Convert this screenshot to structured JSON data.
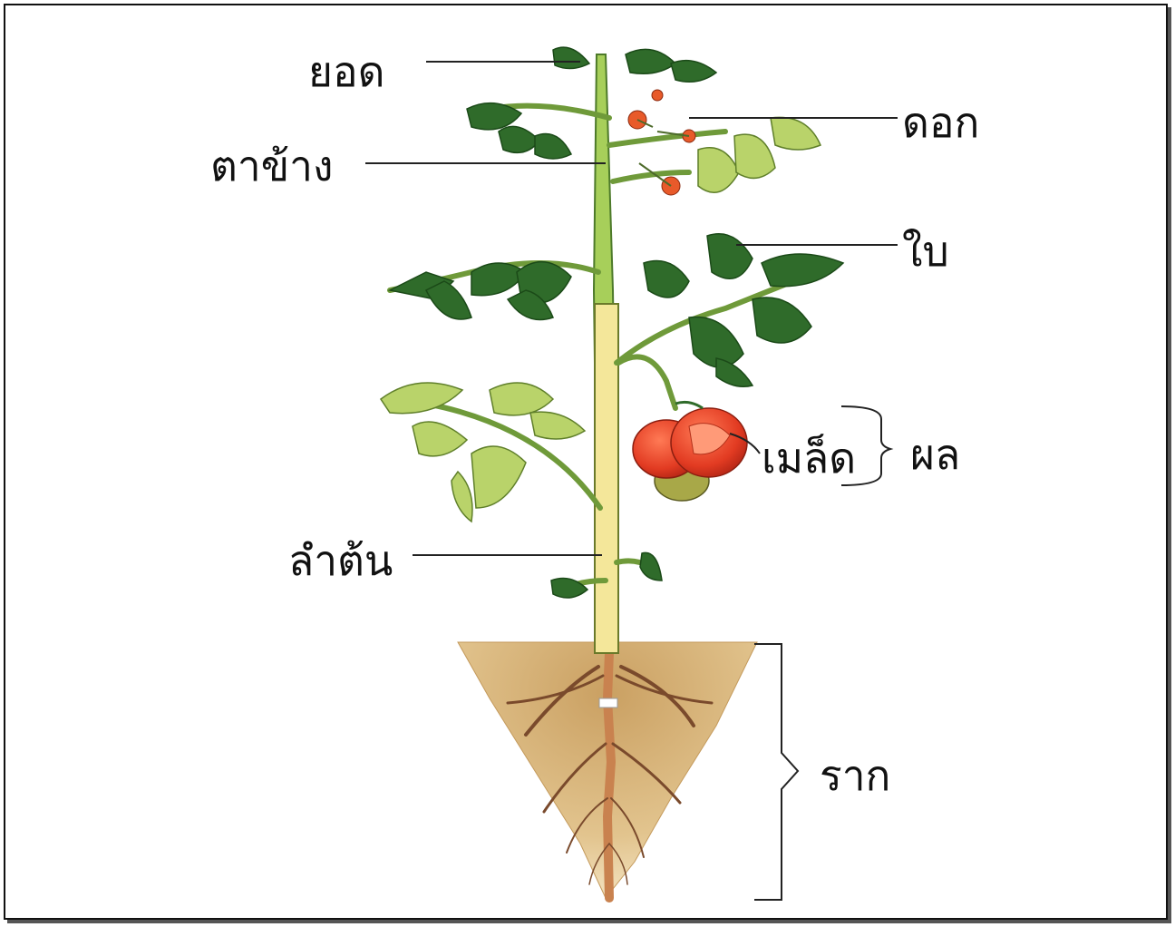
{
  "labels": {
    "shoot": "ยอด",
    "flower": "ดอก",
    "axillary_bud": "ตาข้าง",
    "leaf": "ใบ",
    "seed": "เมล็ด",
    "fruit": "ผล",
    "stem": "ลำต้น",
    "root": "ราก"
  },
  "colors": {
    "leaf_dark": "#2f6b2a",
    "leaf_light": "#b9d36a",
    "stem": "#a7cf5a",
    "fruit": "#e8422a",
    "soil": "#d9b47c",
    "root": "#8a5a3c"
  }
}
